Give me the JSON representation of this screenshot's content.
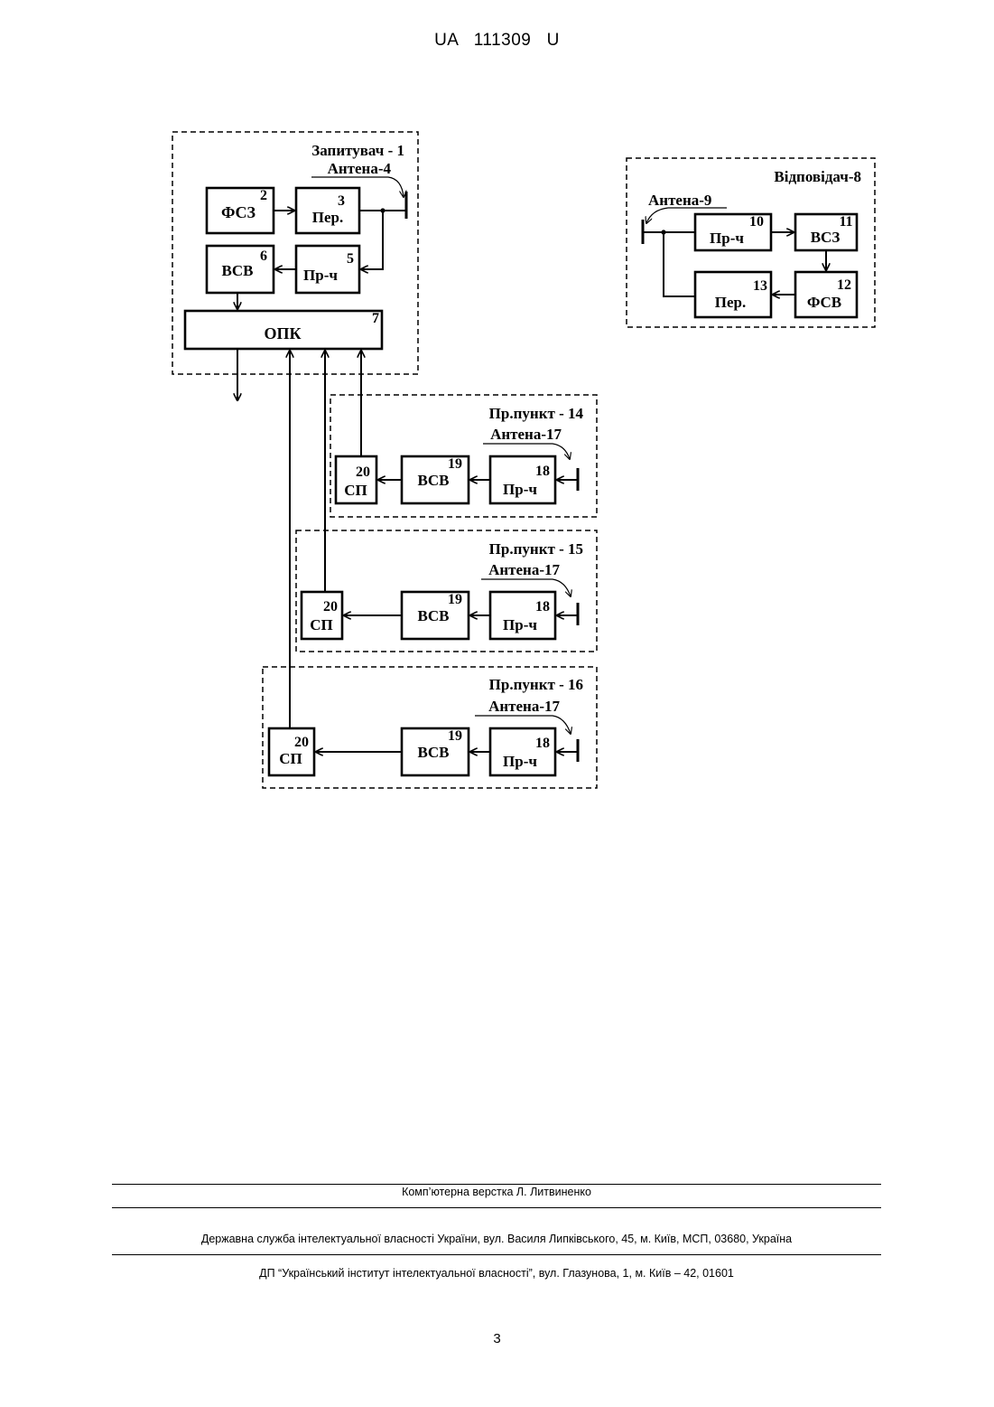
{
  "header": {
    "doc_id": "UA   111309   U"
  },
  "diagram": {
    "interrogator": {
      "title": "Запитувач - 1",
      "antenna": "Антена-4",
      "blocks": [
        {
          "label": "ФСЗ",
          "num": "2"
        },
        {
          "label": "Пер.",
          "num": "3"
        },
        {
          "label": "Пр-ч",
          "num": "5"
        },
        {
          "label": "ВСВ",
          "num": "6"
        },
        {
          "label": "ОПК",
          "num": "7"
        }
      ]
    },
    "responder": {
      "title": "Відповідач-8",
      "antenna": "Антена-9",
      "blocks": [
        {
          "label": "Пр-ч",
          "num": "10"
        },
        {
          "label": "ВСЗ",
          "num": "11"
        },
        {
          "label": "ФСВ",
          "num": "12"
        },
        {
          "label": "Пер.",
          "num": "13"
        }
      ]
    },
    "points": [
      {
        "title": "Пр.пункт - 14",
        "antenna": "Антена-17",
        "blocks": [
          {
            "label": "СП",
            "num": "20"
          },
          {
            "label": "ВСВ",
            "num": "19"
          },
          {
            "label": "Пр-ч",
            "num": "18"
          }
        ]
      },
      {
        "title": "Пр.пункт - 15",
        "antenna": "Антена-17",
        "blocks": [
          {
            "label": "СП",
            "num": "20"
          },
          {
            "label": "ВСВ",
            "num": "19"
          },
          {
            "label": "Пр-ч",
            "num": "18"
          }
        ]
      },
      {
        "title": "Пр.пункт - 16",
        "antenna": "Антена-17",
        "blocks": [
          {
            "label": "СП",
            "num": "20"
          },
          {
            "label": "ВСВ",
            "num": "19"
          },
          {
            "label": "Пр-ч",
            "num": "18"
          }
        ]
      }
    ]
  },
  "footer": {
    "layout_credit": "Комп’ютерна верстка Л. Литвиненко",
    "office": "Державна служба інтелектуальної власності України, вул. Василя Липківського, 45, м. Київ, МСП, 03680, Україна",
    "institute": "ДП “Український інститут інтелектуальної власності”, вул. Глазунова, 1, м. Київ – 42, 01601"
  },
  "page_number": "3"
}
